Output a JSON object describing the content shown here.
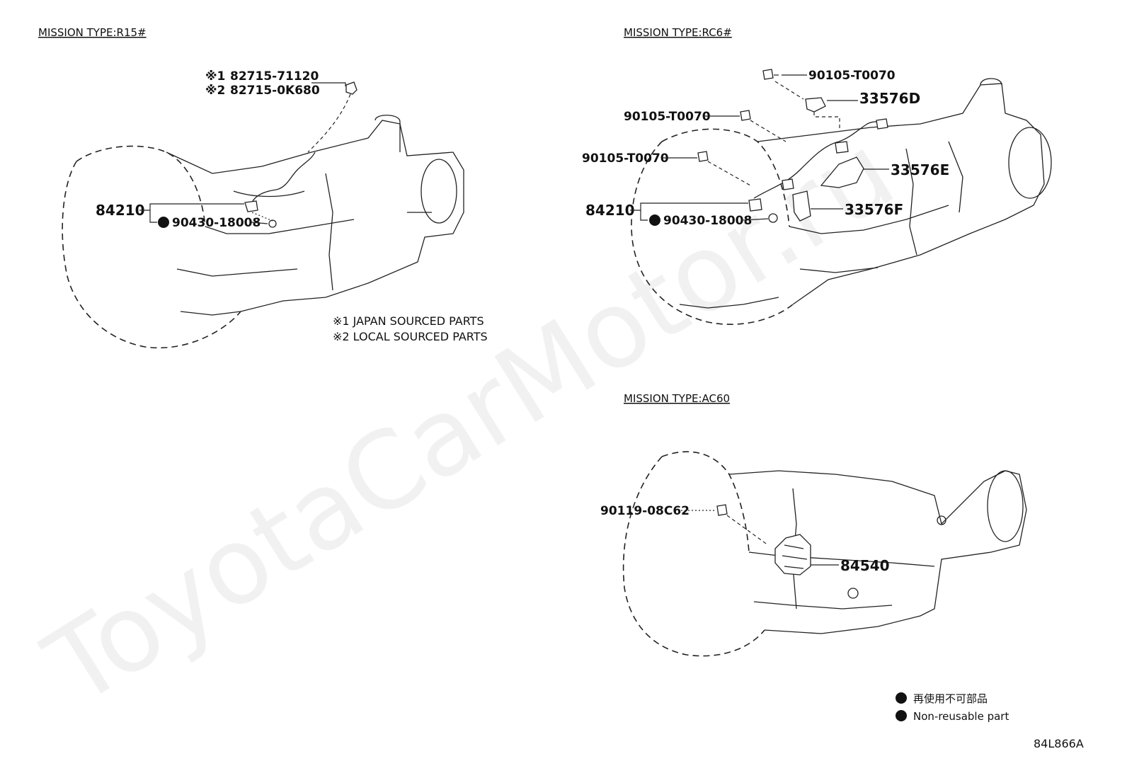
{
  "watermark": "ToyotaCarMotor.ru",
  "diagram_id": "84L866A",
  "sections": {
    "r15": {
      "title": "MISSION TYPE:R15#",
      "parts": {
        "sensor_j": "82715-71120",
        "sensor_l": "82715-0K680",
        "switch": "84210",
        "gasket": "90430-18008"
      },
      "marks": {
        "m1": "※1",
        "m2": "※2"
      },
      "notes": [
        "※1 JAPAN SOURCED PARTS",
        "※2 LOCAL SOURCED PARTS"
      ]
    },
    "rc6": {
      "title": "MISSION TYPE:RC6#",
      "parts": {
        "bolt_a": "90105-T0070",
        "bolt_b": "90105-T0070",
        "bolt_c": "90105-T0070",
        "bracket_d": "33576D",
        "bracket_e": "33576E",
        "bracket_f": "33576F",
        "switch": "84210",
        "gasket": "90430-18008"
      }
    },
    "ac60": {
      "title": "MISSION TYPE:AC60",
      "parts": {
        "bolt": "90119-08C62",
        "switch": "84540"
      }
    }
  },
  "legend": {
    "jp": "再使用不可部品",
    "en": "Non-reusable part"
  },
  "icons": {
    "non_reusable": "filled-circle-icon"
  }
}
